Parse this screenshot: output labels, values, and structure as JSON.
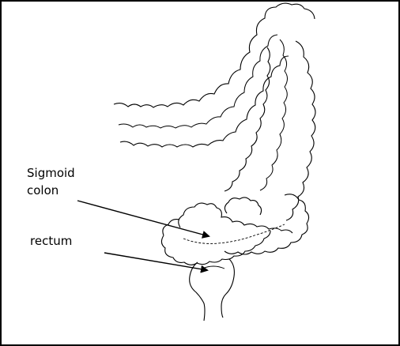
{
  "labels": {
    "sigmoid_line1": "Sigmoid",
    "sigmoid_line2": "colon",
    "rectum": "rectum"
  },
  "colors": {
    "ink": "#000000",
    "background": "#ffffff"
  }
}
